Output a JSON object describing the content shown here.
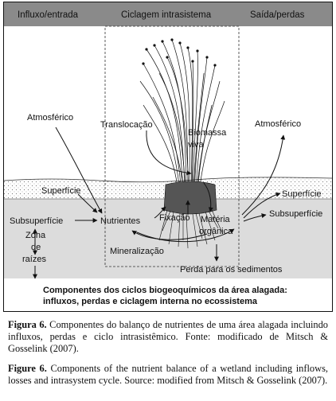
{
  "headers": {
    "left": "Influxo/entrada",
    "center": "Ciclagem intrasistema",
    "right": "Saída/perdas"
  },
  "labels": {
    "atmosferico_left": "Atmosférico",
    "translocacao": "Translocação",
    "biomassa_line1": "Biomassa",
    "biomassa_line2": "viva",
    "atmosferico_right": "Atmosférico",
    "superficie_left": "Superfície",
    "superficie_right": "Superfície",
    "subsuperficie_left": "Subsuperfície",
    "nutrientes": "Nutrientes",
    "fixacao": "Fixação",
    "materia_line1": "Matéria",
    "materia_line2": "orgânica",
    "subsuperficie_right": "Subsuperfície",
    "zona_line1": "Zona",
    "zona_line2": "de",
    "zona_line3": "raízes",
    "mineralizacao": "Mineralização",
    "perda": "Perda para os sedimentos"
  },
  "inner_caption": {
    "line1": "Componentes dos ciclos biogeoquímicos da área alagada:",
    "line2": "influxos, perdas e ciclagem interna no ecossistema"
  },
  "caption_pt": {
    "label": "Figura 6.",
    "text": " Componentes do balanço de nutrientes de uma área alagada incluindo influxos, perdas e ciclo intrasistêmico. Fonte: modificado de Mitsch & Gosselink (2007)."
  },
  "caption_en": {
    "label": "Figure 6.",
    "text": " Components of the nutrient balance of a wetland including inflows, losses and intrasystem cycle. Source: modified from Mitsch & Gosselink (2007)."
  },
  "colors": {
    "header_bg": "#8a8a8a",
    "sky": "#ffffff",
    "water_band": "#ececec",
    "sediment": "#dcdcdc",
    "ink": "#111111"
  }
}
